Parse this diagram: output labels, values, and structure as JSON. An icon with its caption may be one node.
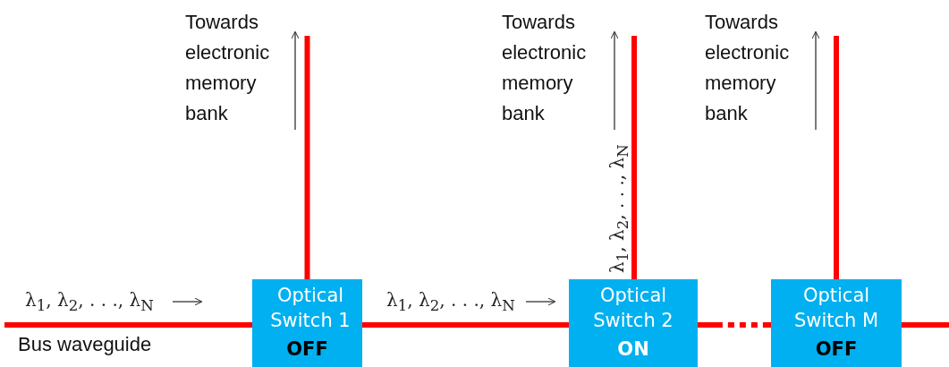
{
  "diagram": {
    "nodes": [
      {
        "text": [
          "Optical Switch 1",
          "OFF"
        ]
      },
      {
        "text": [
          "Optical Switch 2",
          "ON"
        ]
      },
      {
        "text": [
          "Optical Switch M",
          "OFF"
        ]
      }
    ],
    "edges": [
      {
        "from": null,
        "to": 0,
        "arrow": "none"
      },
      {
        "from": 0,
        "to": 1,
        "arrow": "none"
      },
      {
        "from": 1,
        "to": 2,
        "arrow": "none",
        "style": "dashed"
      },
      {
        "from": 2,
        "to": null,
        "arrow": "none"
      },
      {
        "from": 0,
        "to": null,
        "arrow": "none"
      },
      {
        "from": 1,
        "to": null,
        "arrow": "none"
      },
      {
        "from": 2,
        "to": null,
        "arrow": "none"
      }
    ],
    "labels": [
      "Towards electronic memory bank",
      "Towards electronic memory bank",
      "Towards electronic memory bank",
      "λ$_{1}$, λ$_{2}$, . . ., λ$_{N}$",
      "λ$_{1}$, λ$_{2}$, . . ., λ$_{N}$",
      "λ$_{1}$, λ$_{2}$, . . ., λ$_{N}$",
      "Bus waveguide"
    ]
  }
}
